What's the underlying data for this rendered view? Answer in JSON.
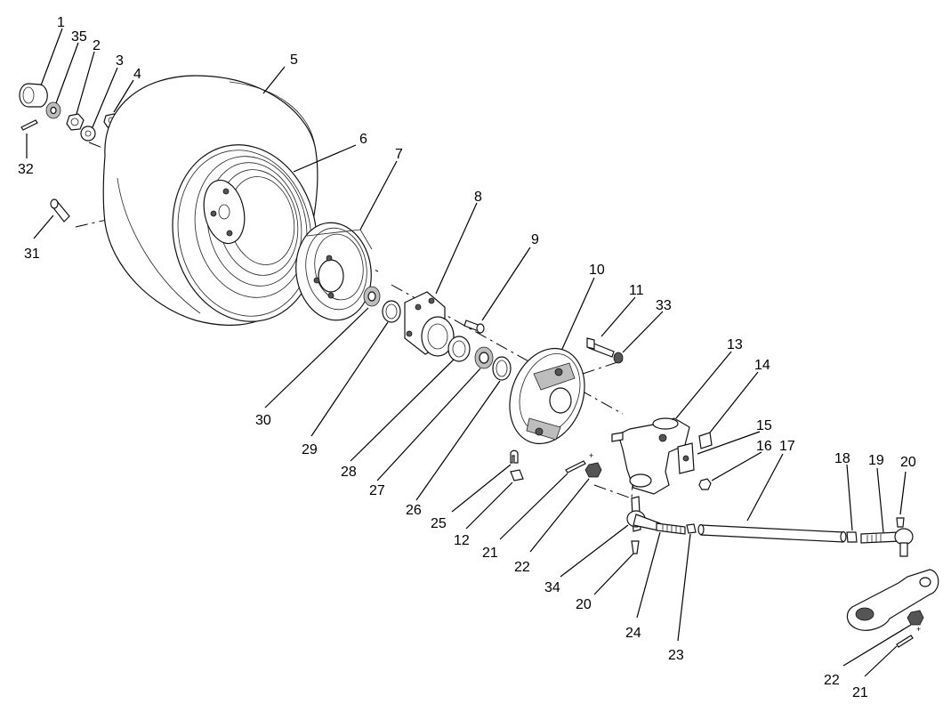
{
  "callouts": [
    "1",
    "35",
    "2",
    "3",
    "4",
    "5",
    "6",
    "7",
    "8",
    "9",
    "10",
    "11",
    "33",
    "13",
    "14",
    "15",
    "16",
    "17",
    "18",
    "19",
    "20",
    "32",
    "31",
    "30",
    "29",
    "28",
    "27",
    "26",
    "25",
    "12",
    "21",
    "22",
    "34",
    "20",
    "24",
    "23",
    "22",
    "21"
  ]
}
